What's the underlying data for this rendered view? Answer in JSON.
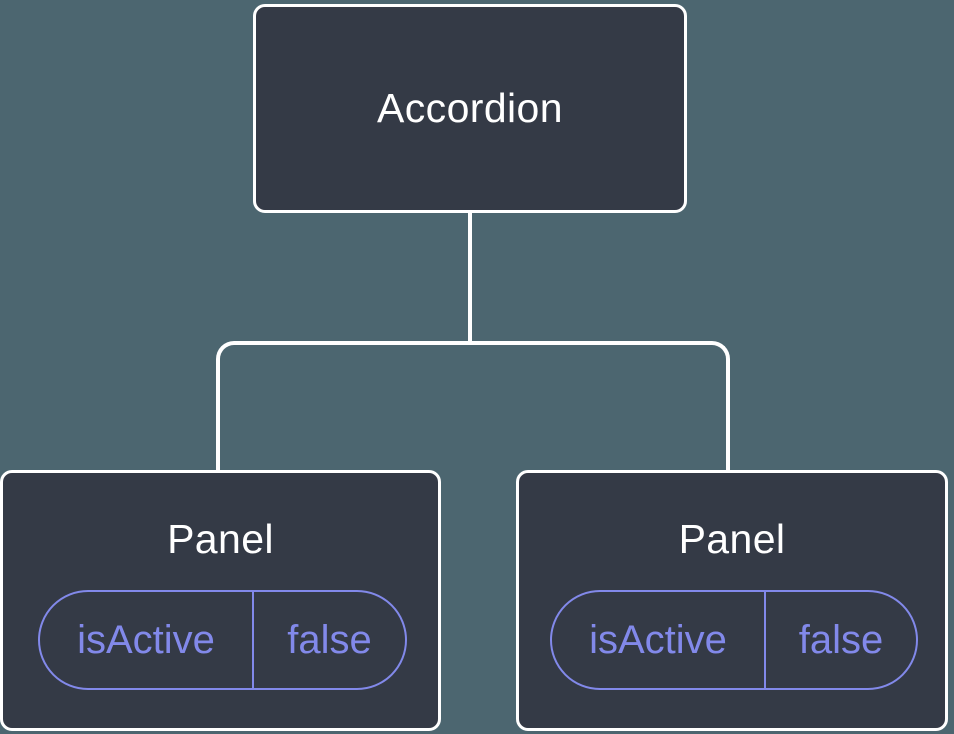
{
  "colors": {
    "canvas_bg": "#4C6670",
    "node_fill": "#343A46",
    "node_border": "#FFFFFF",
    "node_text": "#FFFFFF",
    "connector": "#FFFFFF",
    "state_accent": "#8289EA"
  },
  "tree": {
    "root": {
      "label": "Accordion"
    },
    "children": [
      {
        "label": "Panel",
        "state": {
          "name": "isActive",
          "value": "false"
        }
      },
      {
        "label": "Panel",
        "state": {
          "name": "isActive",
          "value": "false"
        }
      }
    ]
  }
}
